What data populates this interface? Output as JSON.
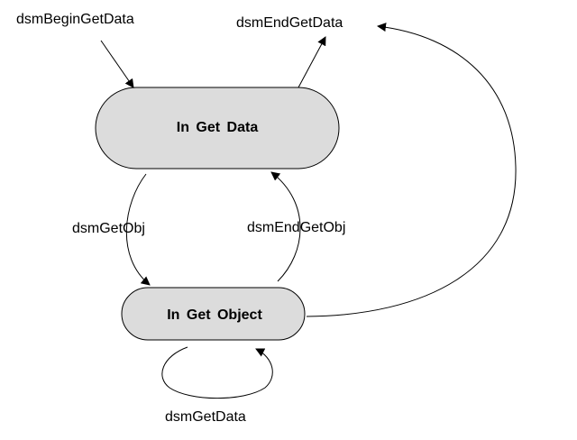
{
  "colors": {
    "node_fill": "#dcdcdc",
    "stroke": "#000000",
    "background": "#ffffff"
  },
  "states": {
    "in_get_data": "In Get Data",
    "in_get_object": "In Get Object"
  },
  "transitions": {
    "begin_get_data": "dsmBeginGetData",
    "end_get_data": "dsmEndGetData",
    "get_obj": "dsmGetObj",
    "end_get_obj": "dsmEndGetObj",
    "get_data": "dsmGetData"
  }
}
